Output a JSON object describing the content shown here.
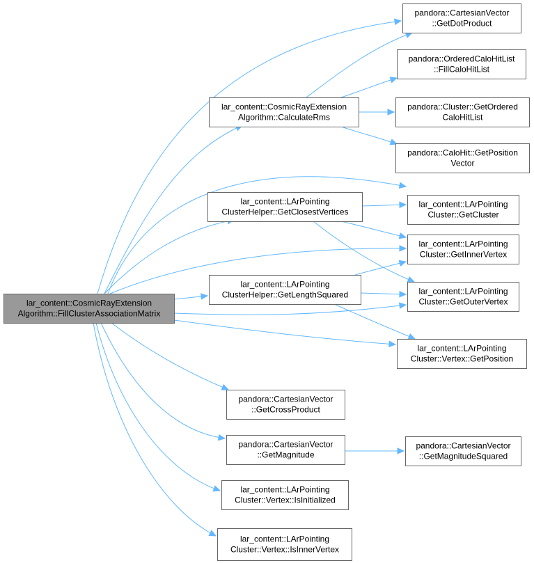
{
  "graph": {
    "edge_color": "#63b8ff",
    "root_fill": "#999999",
    "nodes": [
      {
        "id": "root",
        "lines": [
          "lar_content::CosmicRayExtension",
          "Algorithm::FillClusterAssociationMatrix"
        ],
        "root": true
      },
      {
        "id": "getdot",
        "lines": [
          "pandora::CartesianVector",
          "::GetDotProduct"
        ]
      },
      {
        "id": "fillcalo",
        "lines": [
          "pandora::OrderedCaloHitList",
          "::FillCaloHitList"
        ]
      },
      {
        "id": "calcrms",
        "lines": [
          "lar_content::CosmicRayExtension",
          "Algorithm::CalculateRms"
        ]
      },
      {
        "id": "getordered",
        "lines": [
          "pandora::Cluster::GetOrdered",
          "CaloHitList"
        ]
      },
      {
        "id": "getposvec",
        "lines": [
          "pandora::CaloHit::GetPosition",
          "Vector"
        ]
      },
      {
        "id": "closestvert",
        "lines": [
          "lar_content::LArPointing",
          "ClusterHelper::GetClosestVertices"
        ]
      },
      {
        "id": "getcluster",
        "lines": [
          "lar_content::LArPointing",
          "Cluster::GetCluster"
        ]
      },
      {
        "id": "innervert",
        "lines": [
          "lar_content::LArPointing",
          "Cluster::GetInnerVertex"
        ]
      },
      {
        "id": "lengthsq",
        "lines": [
          "lar_content::LArPointing",
          "ClusterHelper::GetLengthSquared"
        ]
      },
      {
        "id": "outervert",
        "lines": [
          "lar_content::LArPointing",
          "Cluster::GetOuterVertex"
        ]
      },
      {
        "id": "vertpos",
        "lines": [
          "lar_content::LArPointing",
          "Cluster::Vertex::GetPosition"
        ]
      },
      {
        "id": "cross",
        "lines": [
          "pandora::CartesianVector",
          "::GetCrossProduct"
        ]
      },
      {
        "id": "mag",
        "lines": [
          "pandora::CartesianVector",
          "::GetMagnitude"
        ]
      },
      {
        "id": "magsq",
        "lines": [
          "pandora::CartesianVector",
          "::GetMagnitudeSquared"
        ]
      },
      {
        "id": "isinit",
        "lines": [
          "lar_content::LArPointing",
          "Cluster::Vertex::IsInitialized"
        ]
      },
      {
        "id": "isinner",
        "lines": [
          "lar_content::LArPointing",
          "Cluster::Vertex::IsInnerVertex"
        ]
      }
    ],
    "edges": [
      {
        "from": "root",
        "to": "getdot"
      },
      {
        "from": "root",
        "to": "calcrms"
      },
      {
        "from": "root",
        "to": "getcluster"
      },
      {
        "from": "root",
        "to": "closestvert"
      },
      {
        "from": "root",
        "to": "innervert"
      },
      {
        "from": "root",
        "to": "lengthsq"
      },
      {
        "from": "root",
        "to": "outervert"
      },
      {
        "from": "root",
        "to": "vertpos"
      },
      {
        "from": "root",
        "to": "cross"
      },
      {
        "from": "root",
        "to": "mag"
      },
      {
        "from": "root",
        "to": "isinit"
      },
      {
        "from": "root",
        "to": "isinner"
      },
      {
        "from": "calcrms",
        "to": "getdot"
      },
      {
        "from": "calcrms",
        "to": "fillcalo"
      },
      {
        "from": "calcrms",
        "to": "getordered"
      },
      {
        "from": "calcrms",
        "to": "getposvec"
      },
      {
        "from": "closestvert",
        "to": "getcluster"
      },
      {
        "from": "closestvert",
        "to": "innervert"
      },
      {
        "from": "closestvert",
        "to": "outervert"
      },
      {
        "from": "lengthsq",
        "to": "innervert"
      },
      {
        "from": "lengthsq",
        "to": "outervert"
      },
      {
        "from": "lengthsq",
        "to": "vertpos"
      },
      {
        "from": "mag",
        "to": "magsq"
      }
    ]
  }
}
